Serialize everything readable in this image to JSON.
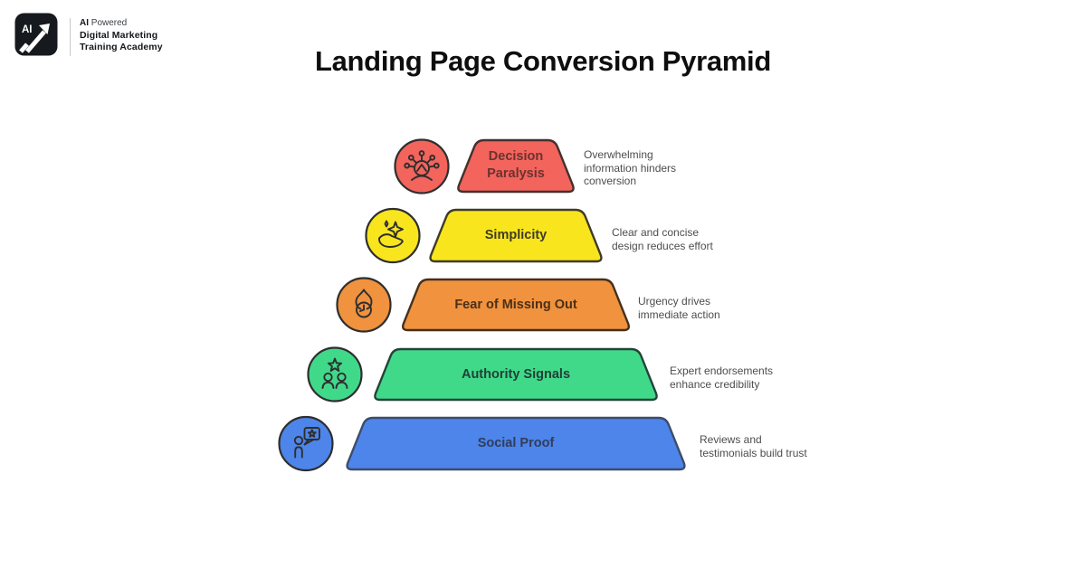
{
  "brand": {
    "logo_text": "AI",
    "line1_bold": "AI",
    "line1_rest": " Powered",
    "line2": "Digital Marketing",
    "line3": "Training Academy"
  },
  "title": "Landing Page Conversion Pyramid",
  "desc_color": "#4d4d4d",
  "levels": [
    {
      "name": "Decision Paralysis",
      "label_lines": [
        "Decision",
        "Paralysis"
      ],
      "description_lines": [
        "Overwhelming",
        "information hinders",
        "conversion"
      ],
      "fill": "#F2645C",
      "border": "#43302d",
      "label_color": "#6b3230",
      "icon": "overwhelmed-person-icon"
    },
    {
      "name": "Simplicity",
      "label_lines": [
        "Simplicity"
      ],
      "description_lines": [
        "Clear and concise",
        "design reduces effort"
      ],
      "fill": "#F8E51D",
      "border": "#3e3c28",
      "label_color": "#3e3b26",
      "icon": "hand-sparkle-icon"
    },
    {
      "name": "Fear of Missing Out",
      "label_lines": [
        "Fear of Missing Out"
      ],
      "description_lines": [
        "Urgency drives",
        "immediate action"
      ],
      "fill": "#F0923E",
      "border": "#45301c",
      "label_color": "#4c3017",
      "icon": "flame-clock-icon"
    },
    {
      "name": "Authority Signals",
      "label_lines": [
        "Authority Signals"
      ],
      "description_lines": [
        "Expert endorsements",
        "enhance credibility"
      ],
      "fill": "#40D98A",
      "border": "#234438",
      "label_color": "#214036",
      "icon": "people-star-icon"
    },
    {
      "name": "Social Proof",
      "label_lines": [
        "Social Proof"
      ],
      "description_lines": [
        "Reviews and",
        "testimonials build trust"
      ],
      "fill": "#4D85EA",
      "border": "#3e4c6b",
      "label_color": "#313d5c",
      "icon": "person-review-icon"
    }
  ]
}
